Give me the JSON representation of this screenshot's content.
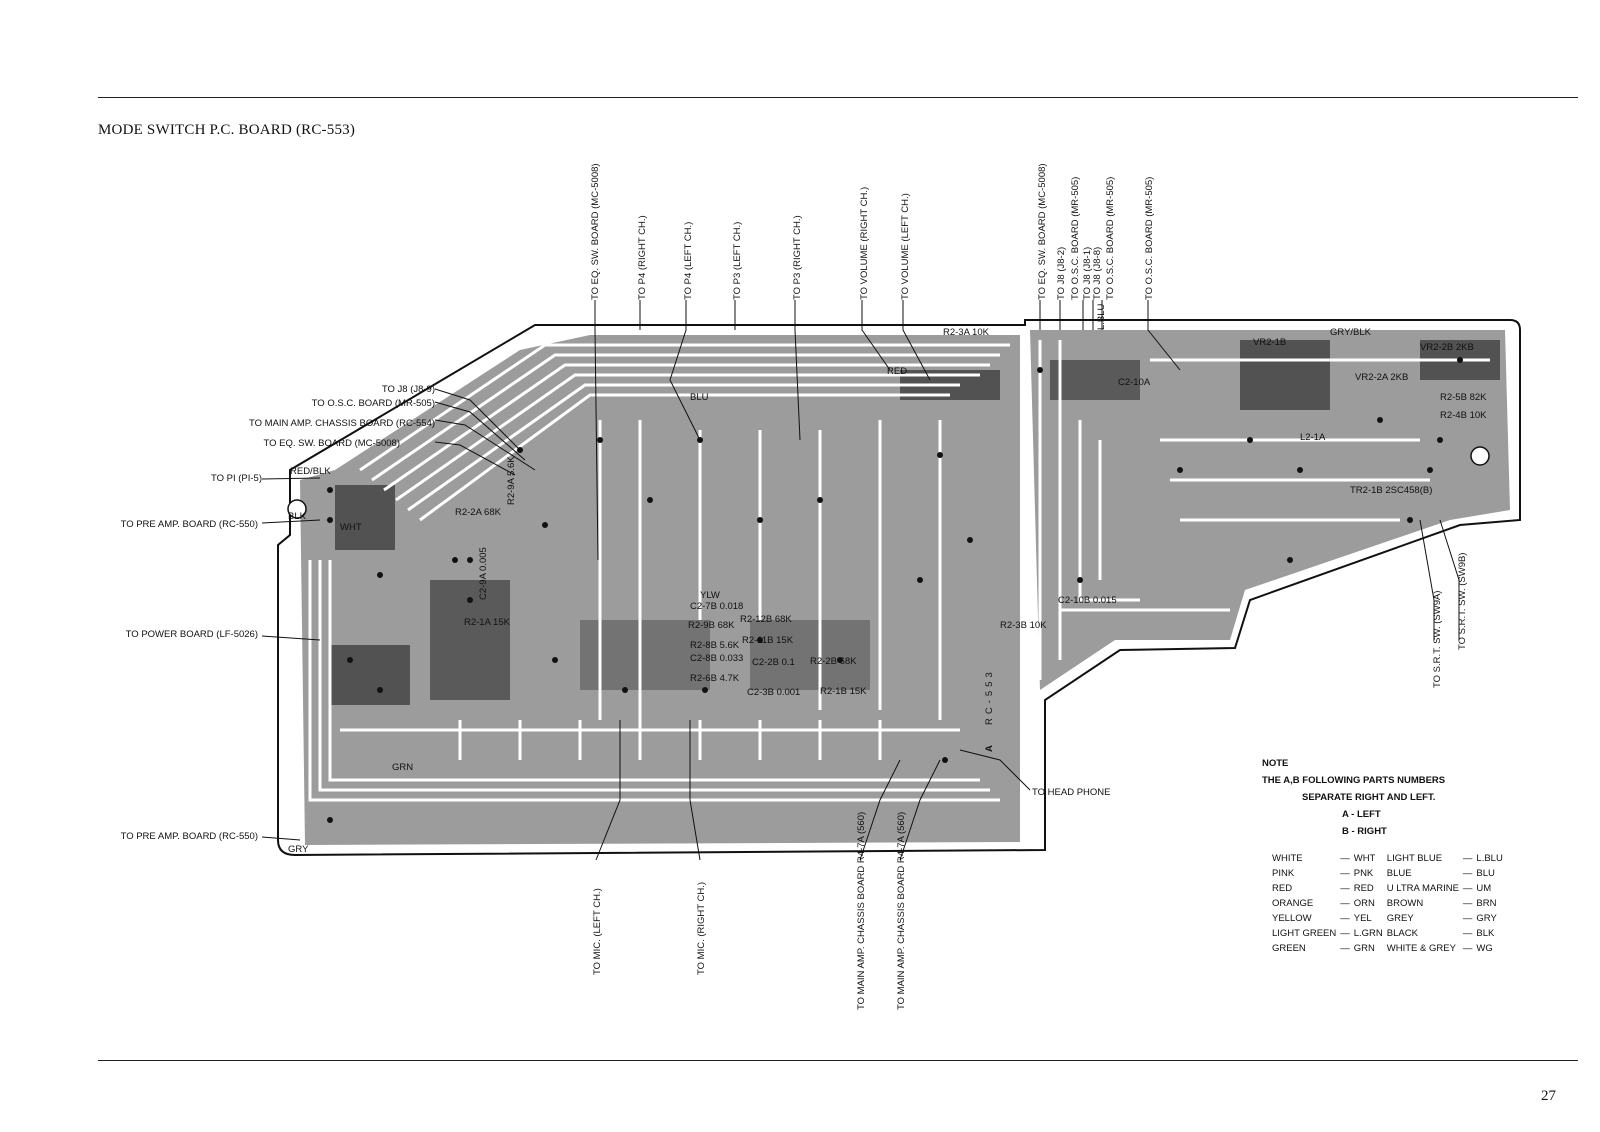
{
  "page": {
    "title": "MODE SWITCH P.C. BOARD (RC-553)",
    "page_number": "27"
  },
  "board": {
    "silkscreen": "RC-553",
    "logo": "A",
    "connectors_left": [
      "TO J8 (J8-9)",
      "TO O.S.C. BOARD (MR-505)",
      "TO MAIN AMP. CHASSIS BOARD (RC-554)",
      "TO EQ. SW. BOARD (MC-5008)",
      "TO PI (PI-5)",
      "TO PRE AMP. BOARD (RC-550)",
      "TO POWER BOARD (LF-5026)",
      "TO PRE AMP. BOARD (RC-550)"
    ],
    "connectors_top": [
      "TO EQ. SW. BOARD (MC-5008)",
      "TO P4 (RIGHT CH.)",
      "TO P4 (LEFT CH.)",
      "TO P3 (LEFT CH.)",
      "TO P3 (RIGHT CH.)",
      "TO VOLUME (RIGHT CH.)",
      "TO VOLUME (LEFT CH.)",
      "TO EQ. SW. BOARD (MC-5008)",
      "TO J8 (J8-2)",
      "TO O.S.C. BOARD (MR-505)",
      "TO J8 (J8-1)",
      "TO J8 (J8-8)",
      "TO O.S.C. BOARD (MR-505)",
      "TO O.S.C. BOARD (MR-505)"
    ],
    "connectors_bottom": [
      "TO MIC. (LEFT CH.)",
      "TO MIC. (RIGHT CH.)",
      "TO MAIN AMP. CHASSIS BOARD R4-7A (560)",
      "TO MAIN AMP. CHASSIS BOARD R4-7A (560)"
    ],
    "connectors_right": [
      "TO HEAD PHONE",
      "TO S.R.T. SW. (SW9A)",
      "TO S.R.T. SW. (SW9B)"
    ],
    "wire_colors": [
      "RED/BLK",
      "BLK",
      "WHT",
      "GRY",
      "YLW",
      "BLU",
      "RED",
      "GRN",
      "GRY/BLK",
      "L.BLU"
    ],
    "components": [
      "R2-3A 10K",
      "R2-3B 10K",
      "C2-10A",
      "C2-10B 0.015",
      "R2-2B 68K",
      "R2-1B 15K",
      "C2-7B 0.018",
      "R2-9B 68K",
      "R2-12B 68K",
      "R2-11B 15K",
      "C2-8B 0.033",
      "C2-2B 0.1",
      "R2-8B 5.6K",
      "R2-6B 4.7K",
      "C2-3B 0.001",
      "VR2-1B",
      "VR2-2B 2KB",
      "VR2-2A 2KB",
      "R2-5B 82K",
      "R2-4B 10K",
      "TR2-1B 2SC458(B)",
      "L2-1A",
      "R2-2A 68K",
      "R2-1A 15K",
      "C2-9A 0.005",
      "R2-9A 5.6K"
    ]
  },
  "note": {
    "heading": "NOTE",
    "line1": "THE A,B FOLLOWING PARTS NUMBERS",
    "line2": "SEPARATE RIGHT AND LEFT.",
    "line3": "A - LEFT",
    "line4": "B - RIGHT"
  },
  "legend": [
    {
      "name": "WHITE",
      "abbr": "WHT",
      "name2": "LIGHT BLUE",
      "abbr2": "L.BLU"
    },
    {
      "name": "PINK",
      "abbr": "PNK",
      "name2": "BLUE",
      "abbr2": "BLU"
    },
    {
      "name": "RED",
      "abbr": "RED",
      "name2": "U LTRA MARINE",
      "abbr2": "UM"
    },
    {
      "name": "ORANGE",
      "abbr": "ORN",
      "name2": "BROWN",
      "abbr2": "BRN"
    },
    {
      "name": "YELLOW",
      "abbr": "YEL",
      "name2": "GREY",
      "abbr2": "GRY"
    },
    {
      "name": "LIGHT GREEN",
      "abbr": "L.GRN",
      "name2": "BLACK",
      "abbr2": "BLK"
    },
    {
      "name": "GREEN",
      "abbr": "GRN",
      "name2": "WHITE & GREY",
      "abbr2": "WG"
    }
  ],
  "colors": {
    "ink": "#111111",
    "board_fill": "#4a4a4a",
    "trace": "#ffffff",
    "paper": "#ffffff"
  }
}
